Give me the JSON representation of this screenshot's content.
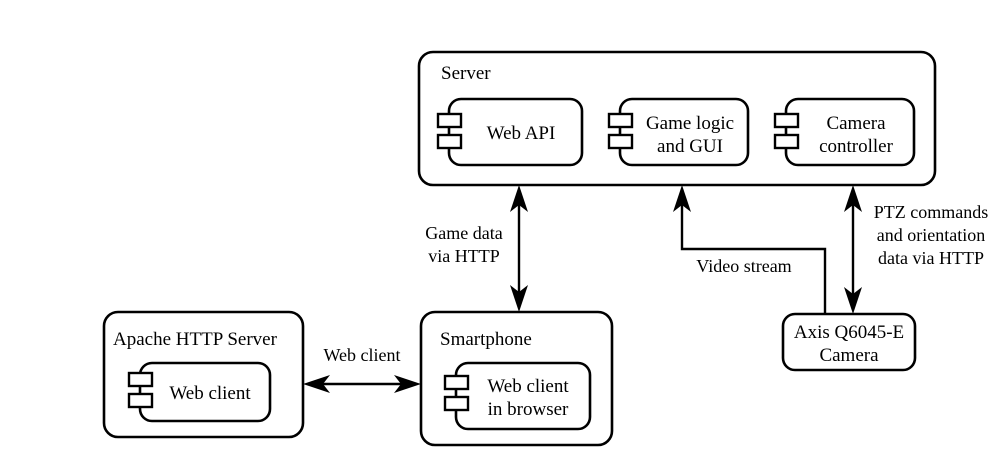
{
  "diagram": {
    "type": "uml-component-deployment-diagram",
    "background_color": "#ffffff",
    "line_color": "#000000",
    "nodes": {
      "server": {
        "title": "Server",
        "components": [
          {
            "label_line1": "Web API",
            "label_line2": ""
          },
          {
            "label_line1": "Game logic",
            "label_line2": "and GUI"
          },
          {
            "label_line1": "Camera",
            "label_line2": "controller"
          }
        ]
      },
      "apache": {
        "title": "Apache HTTP Server",
        "components": [
          {
            "label_line1": "Web client",
            "label_line2": ""
          }
        ]
      },
      "smartphone": {
        "title": "Smartphone",
        "components": [
          {
            "label_line1": "Web client",
            "label_line2": "in browser"
          }
        ]
      },
      "camera": {
        "title_line1": "Axis Q6045-E",
        "title_line2": "Camera"
      }
    },
    "edges": {
      "game_data": {
        "label_line1": "Game data",
        "label_line2": "via HTTP",
        "arrow": "double"
      },
      "video_stream": {
        "label_line1": "Video stream",
        "arrow": "single-up"
      },
      "ptz": {
        "label_line1": "PTZ commands",
        "label_line2": "and orientation",
        "label_line3": "data via HTTP",
        "arrow": "double"
      },
      "web_client_link": {
        "label_line1": "Web client",
        "arrow": "double"
      }
    }
  }
}
